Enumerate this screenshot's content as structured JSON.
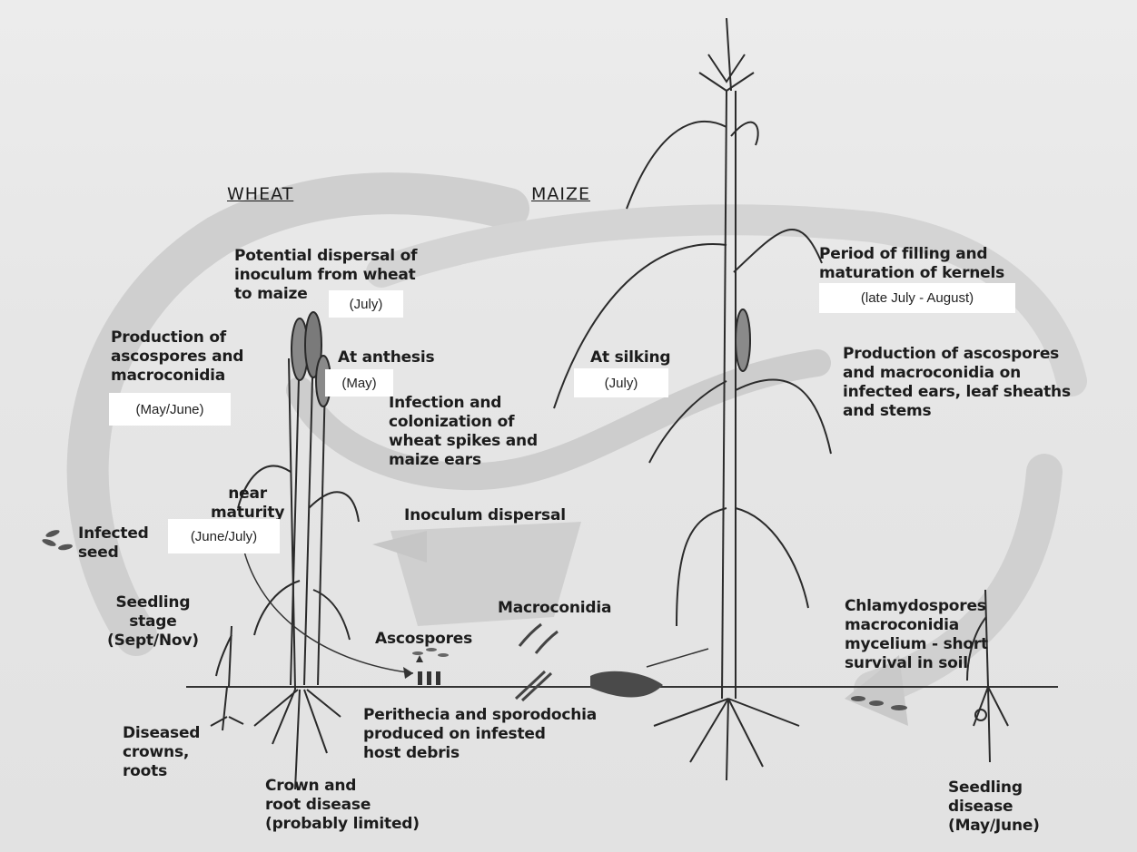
{
  "headings": {
    "wheat": "WHEAT",
    "maize": "MAIZE"
  },
  "labels": {
    "potential_dispersal": [
      "Potential dispersal of",
      "inoculum  from wheat",
      "to maize"
    ],
    "production_left": [
      "Production of",
      "ascospores and",
      "macroconidia"
    ],
    "at_anthesis": "At anthesis",
    "infection": [
      "Infection and",
      "colonization of",
      "wheat spikes and",
      "maize ears"
    ],
    "at_silking": "At silking",
    "period_filling": [
      "Period of filling and",
      "maturation of kernels"
    ],
    "production_right": [
      "Production of ascospores",
      "and macroconidia on",
      "infected ears, leaf sheaths",
      "and stems"
    ],
    "near_maturity": [
      "near",
      "maturity"
    ],
    "inoculum_dispersal": "Inoculum dispersal",
    "infected_seed": [
      "Infected",
      "seed"
    ],
    "seedling_stage": [
      "Seedling",
      "stage",
      "(Sept/Nov)"
    ],
    "macroconidia": "Macroconidia",
    "ascospores": "Ascospores",
    "chlamydospores": [
      "Chlamydospores",
      "macroconidia",
      "mycelium - short",
      "survival in soil"
    ],
    "perithecia": [
      "Perithecia and sporodochia",
      "produced on infested",
      "host debris"
    ],
    "diseased_crowns": [
      "Diseased",
      "crowns,",
      "roots"
    ],
    "crown_root": [
      "Crown and",
      "root disease",
      "(probably limited)"
    ],
    "seedling_disease": [
      "Seedling",
      "disease",
      "(May/June)"
    ]
  },
  "date_boxes": {
    "july_dispersal": "(July)",
    "late_july_august": "(late July - August)",
    "may_anthesis": "(May)",
    "july_silking": "(July)",
    "may_june_production": "(May/June)",
    "june_july_maturity": "(June/July)"
  }
}
